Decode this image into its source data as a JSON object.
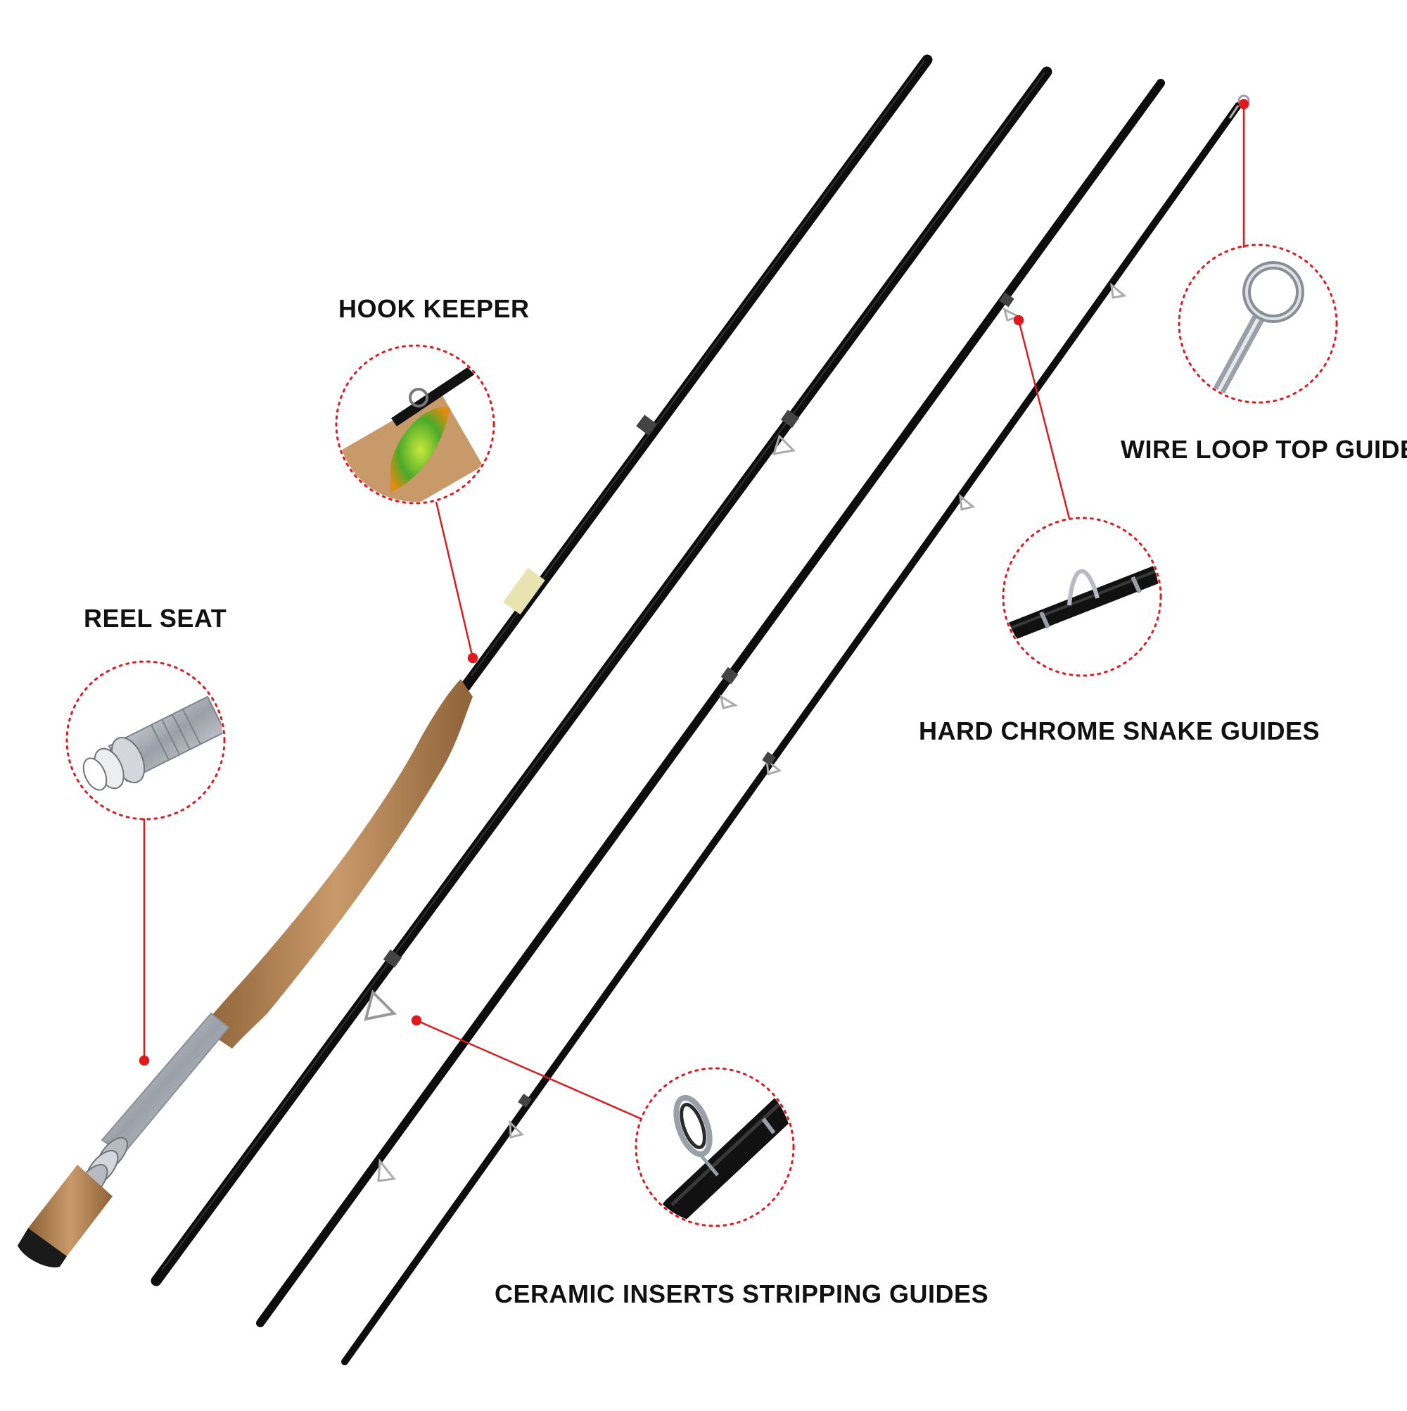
{
  "labels": {
    "hook_keeper": "HOOK KEEPER",
    "reel_seat": "REEL SEAT",
    "wire_loop_top_guide": "WIRE LOOP TOP GUIDE",
    "hard_chrome_snake_guides": "HARD CHROME SNAKE GUIDES",
    "ceramic_inserts_stripping_guides": "CERAMIC INSERTS STRIPPING GUIDES"
  },
  "colors": {
    "callout_red": "#e0191f",
    "rod_black": "#0d0d0d",
    "cork": "#b98c5e",
    "chrome": "#c9ccd1",
    "background": "#ffffff"
  }
}
